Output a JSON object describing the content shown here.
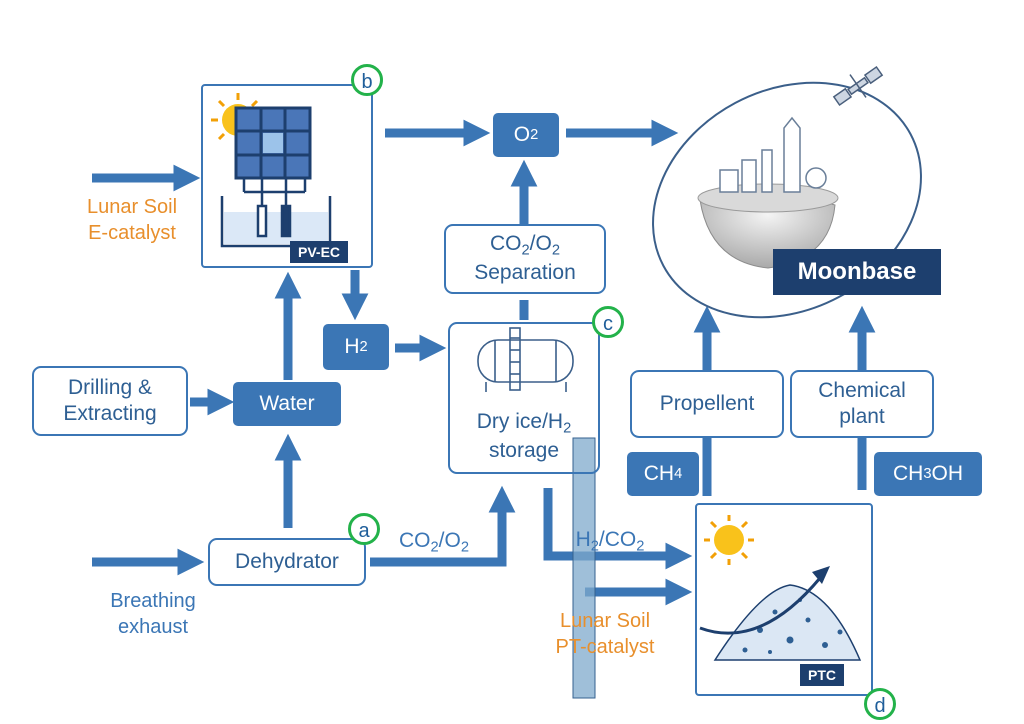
{
  "inputs": {
    "lunar_soil_e_catalyst": [
      "Lunar Soil",
      "E-catalyst"
    ],
    "breathing_exhaust": [
      "Breathing",
      "exhaust"
    ],
    "lunar_soil_pt_catalyst": [
      "Lunar Soil",
      "PT-catalyst"
    ]
  },
  "boxes": {
    "drilling": [
      "Drilling &",
      "Extracting"
    ],
    "water": "Water",
    "dehydrator": "Dehydrator",
    "h2": {
      "base": "H",
      "sub": "2"
    },
    "o2": {
      "base": "O",
      "sub": "2"
    },
    "separation": {
      "line1_a": "CO",
      "line1_sub1": "2",
      "line1_b": "/O",
      "line1_sub2": "2",
      "line2": "Separation"
    },
    "storage": {
      "line1": "Dry ice/H",
      "line1_sub": "2",
      "line2": "storage"
    },
    "propellent": "Propellent",
    "chemical_plant": [
      "Chemical",
      "plant"
    ],
    "ch4": {
      "base": "CH",
      "sub": "4"
    },
    "ch3oh": {
      "a": "CH",
      "sub": "3",
      "b": "OH"
    },
    "moonbase": "Moonbase"
  },
  "flow_labels": {
    "co2_o2": {
      "a": "CO",
      "sub1": "2",
      "b": "/O",
      "sub2": "2"
    },
    "h2_co2": {
      "a": "H",
      "sub1": "2",
      "b": "/CO",
      "sub2": "2"
    }
  },
  "tags": {
    "pv_ec": "PV-EC",
    "ptc": "PTC"
  },
  "badges": {
    "a": "a",
    "b": "b",
    "c": "c",
    "d": "d"
  },
  "colors": {
    "flow_blue": "#3b76b5",
    "dark_navy": "#1d3f6e",
    "orange": "#e88f2c",
    "badge_green": "#23b24a"
  },
  "icons": [
    "sun-icon",
    "solar-panel-icon",
    "electrolysis-cell-icon",
    "storage-tank-icon",
    "catalyst-pile-icon",
    "moon-base-icon",
    "space-station-icon"
  ]
}
